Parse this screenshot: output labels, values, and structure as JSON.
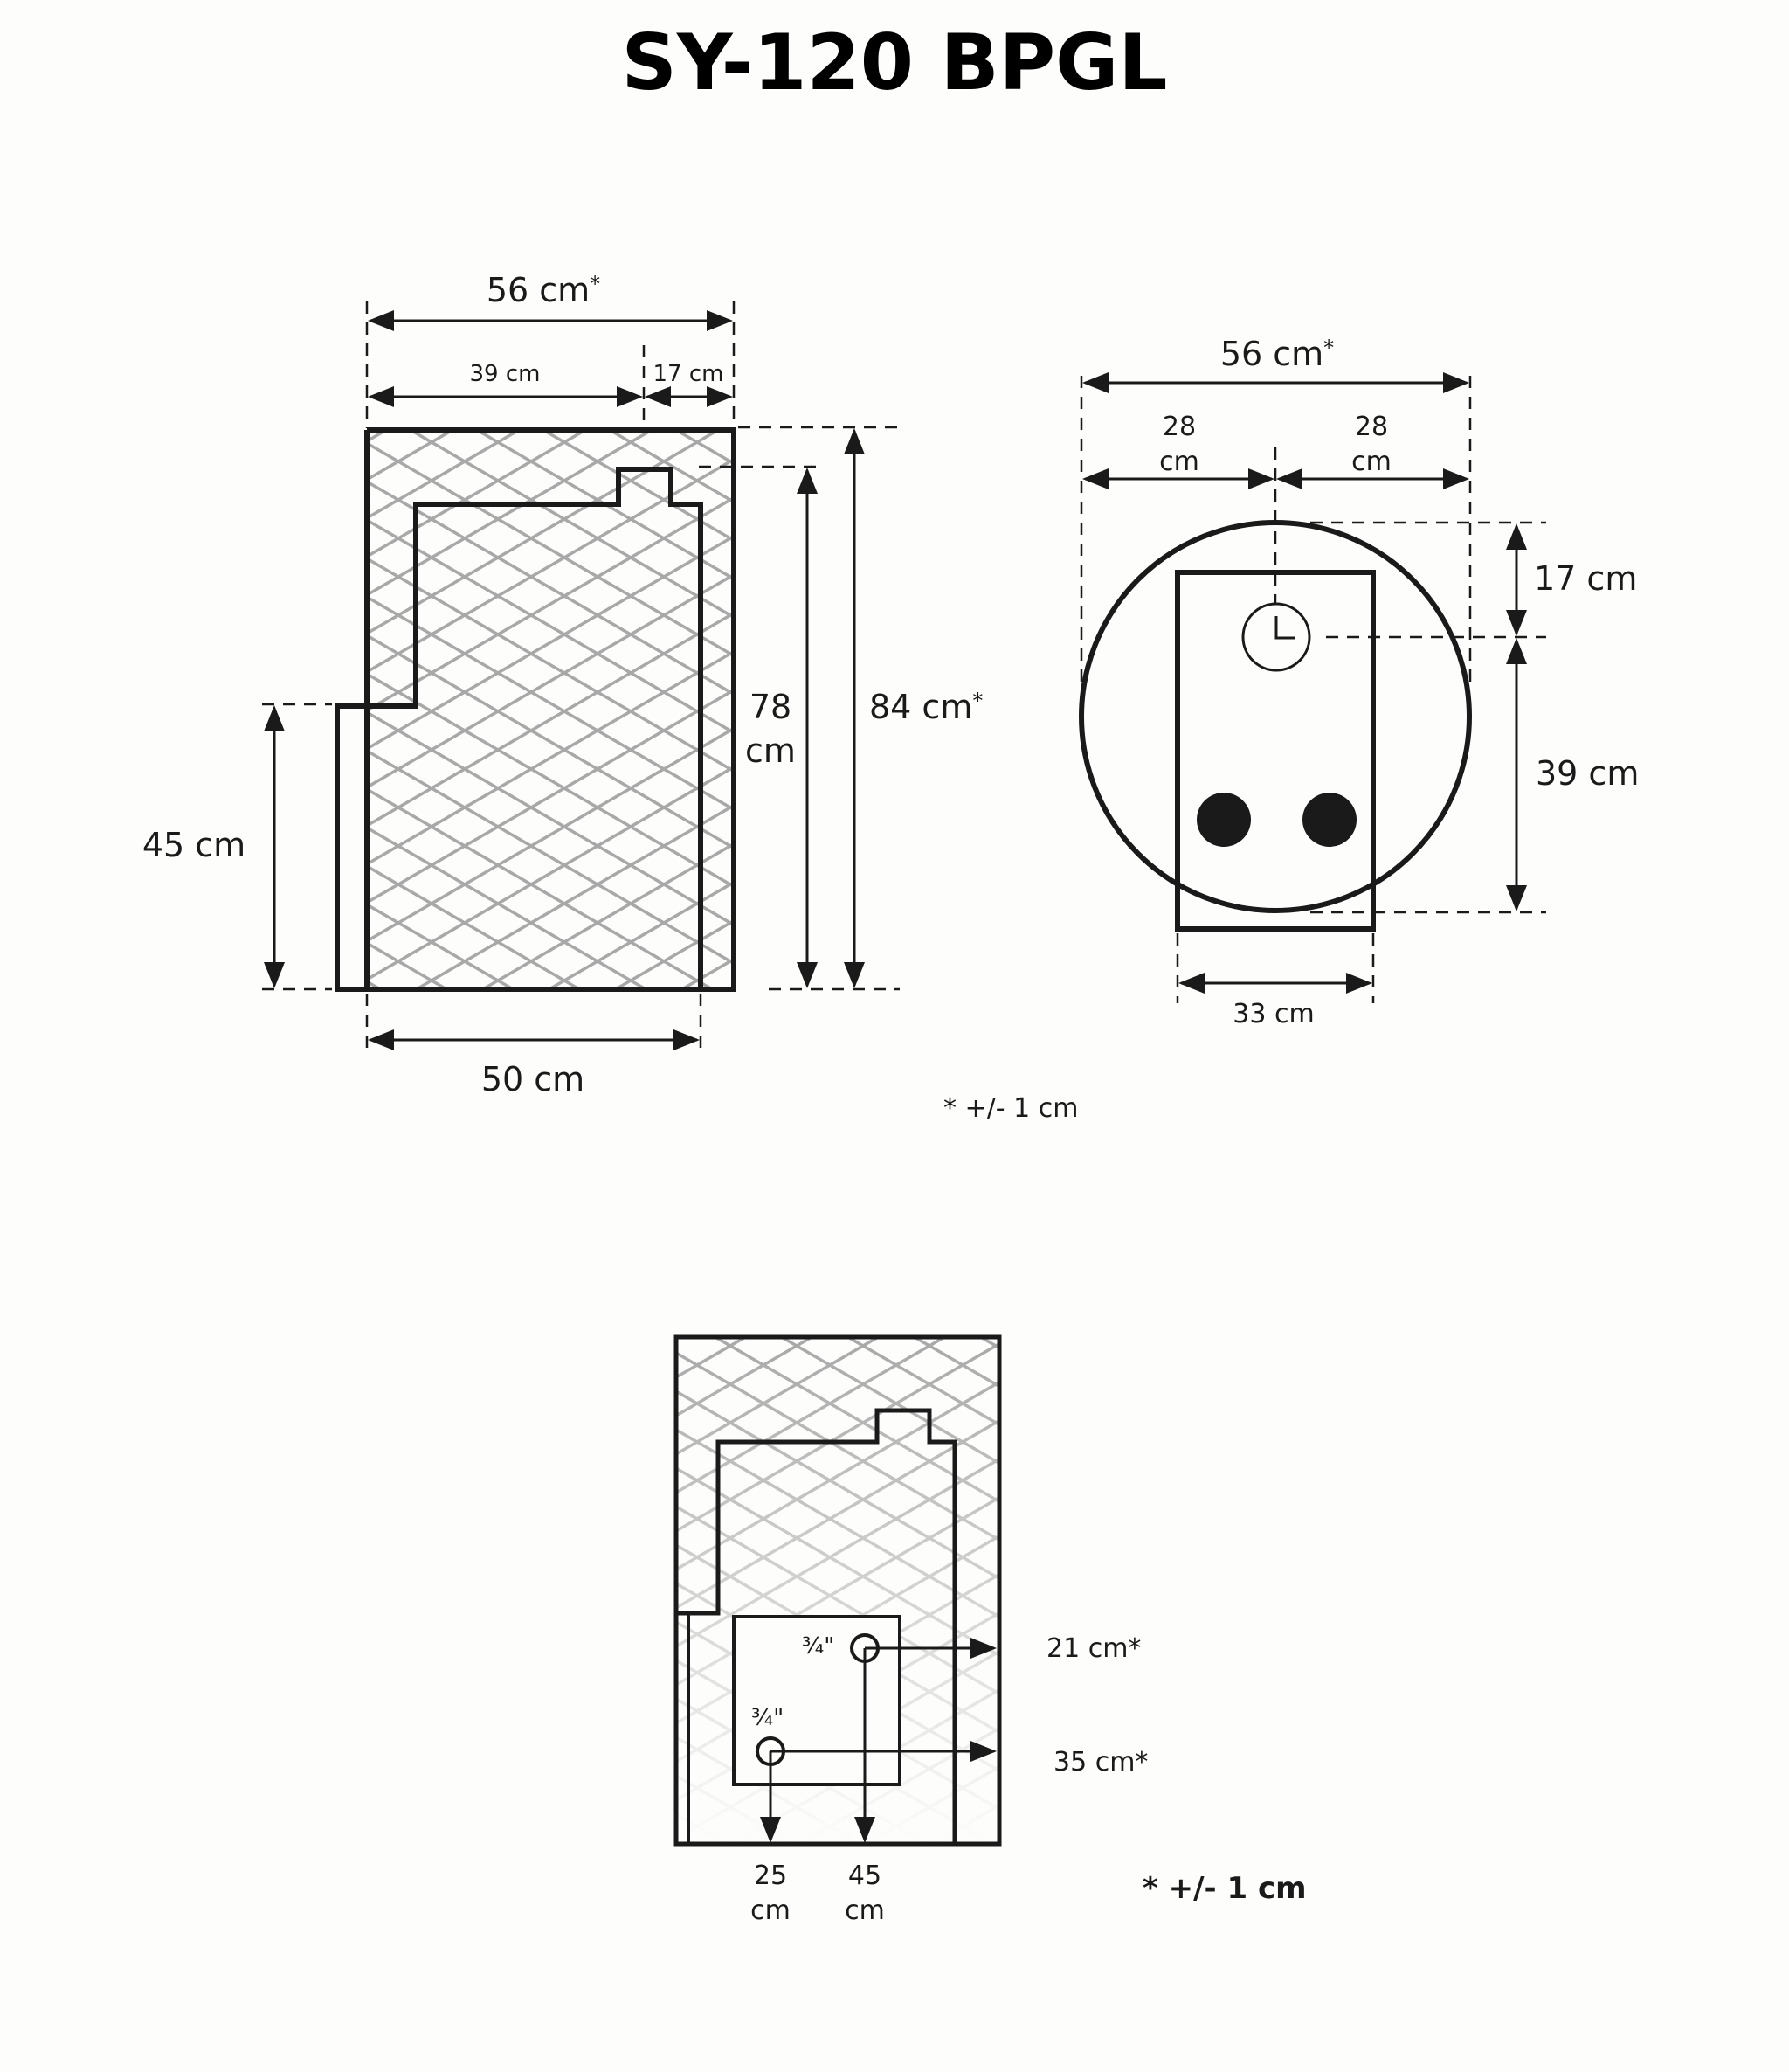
{
  "title": "SY-120 BPGL",
  "side_view": {
    "top_width": "56 cm",
    "top_width_mark": "*",
    "top_left_width": "39 cm",
    "top_right_width": "17 cm",
    "tank_height_line1": "78",
    "tank_height_line2": "cm",
    "total_height": "84 cm",
    "total_height_mark": "*",
    "step_height": "45 cm",
    "bottom_width": "50 cm"
  },
  "top_view": {
    "total_width": "56 cm",
    "total_width_mark": "*",
    "half_left_line1": "28",
    "half_left_line2": "cm",
    "half_right_line1": "28",
    "half_right_line2": "cm",
    "upper_offset": "17 cm",
    "lower_offset": "39 cm",
    "box_width": "33 cm"
  },
  "tolerance_note_1": "* +/- 1 cm",
  "connection_view": {
    "upper_pipe_size": "¾\"",
    "lower_pipe_size": "¾\"",
    "upper_height": "21 cm*",
    "lower_height": "35 cm*",
    "left_offset_line1": "25",
    "left_offset_line2": "cm",
    "right_offset_line1": "45",
    "right_offset_line2": "cm"
  },
  "tolerance_note_2": "* +/- 1 cm"
}
